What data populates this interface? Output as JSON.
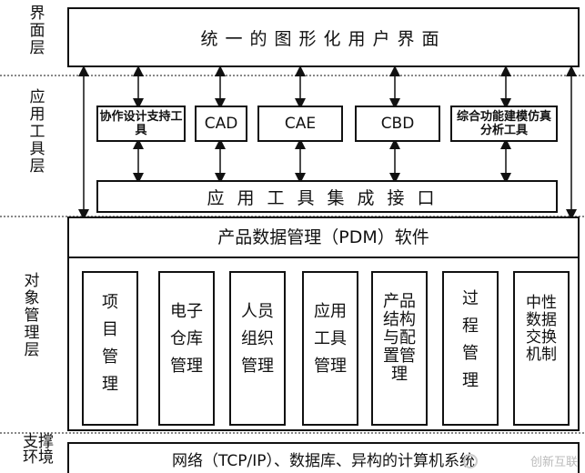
{
  "layers": {
    "ui": "界面层",
    "app_tools": "应用工具层",
    "object_mgmt": "对象管理层",
    "support_env": "支撑环境"
  },
  "gui_box": "统一的图形化用户界面",
  "tools": [
    {
      "label": "协作设计支持工具"
    },
    {
      "label": "CAD"
    },
    {
      "label": "CAE"
    },
    {
      "label": "CBD"
    },
    {
      "label": "综合功能建模仿真分析工具"
    }
  ],
  "integration_box": "应用工具集成接口",
  "pdm_box": "产品数据管理（PDM）软件",
  "modules": [
    {
      "label": "项目管理"
    },
    {
      "label": "电子仓库管理"
    },
    {
      "label": "人员组织管理"
    },
    {
      "label": "应用工具管理"
    },
    {
      "label": "产品结构与配置管理"
    },
    {
      "label": "过程管理"
    },
    {
      "label": "中性数据交换机制"
    }
  ],
  "network_box": "网络（TCP/IP）、数据库、异构的计算机系统",
  "watermark": "创新互联"
}
